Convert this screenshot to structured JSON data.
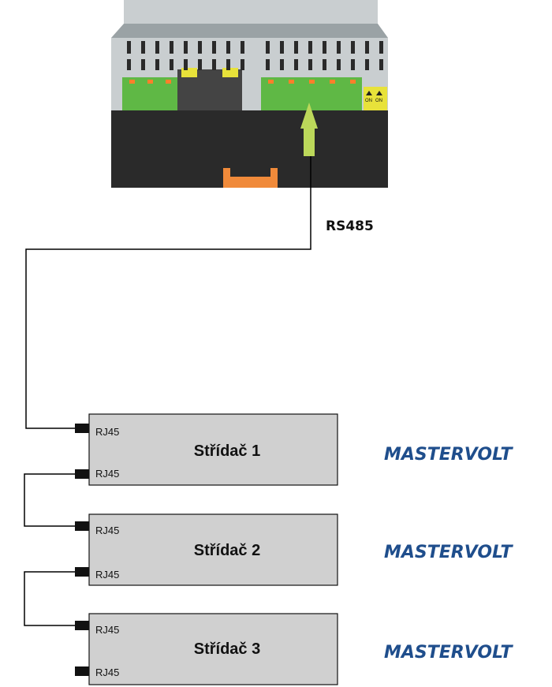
{
  "bus_label": "RS485",
  "controller": {
    "switch_labels": [
      "ON",
      "ON"
    ]
  },
  "inverters": [
    {
      "name": "Střídač 1",
      "port_top": "RJ45",
      "port_bottom": "RJ45",
      "brand": "MASTERVOLT"
    },
    {
      "name": "Střídač 2",
      "port_top": "RJ45",
      "port_bottom": "RJ45",
      "brand": "MASTERVOLT"
    },
    {
      "name": "Střídač 3",
      "port_top": "RJ45",
      "port_bottom": "RJ45",
      "brand": "MASTERVOLT"
    }
  ],
  "colors": {
    "device_top": "#c9ced0",
    "device_body": "#2a2a2a",
    "terminal_green": "#5fb845",
    "terminal_pin": "#ff7f2a",
    "led_yellow": "#e8e23a",
    "arrow": "#bcd85a",
    "inverter_fill": "#d0d0d0",
    "brand_blue": "#1f4e8c"
  }
}
